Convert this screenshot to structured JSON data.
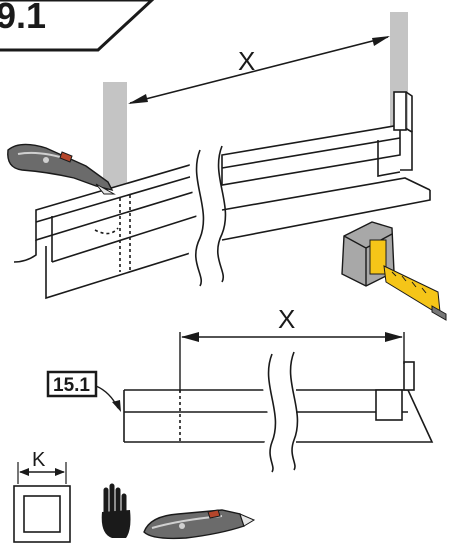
{
  "step": {
    "label": "9.1"
  },
  "top_figure": {
    "dimension_label": "X"
  },
  "side_figure": {
    "dimension_label": "X",
    "reference_tag": "15.1"
  },
  "profile_detail": {
    "label": "K"
  },
  "colors": {
    "line": "#1a1a1a",
    "strip": "#c4c4c4",
    "tape_body": "#a8a8a8",
    "tape_dark": "#555555",
    "tape_blade": "#f5c518",
    "knife_body": "#6b6b6b",
    "knife_accent": "#b5462b"
  },
  "icons": [
    "utility-knife-icon",
    "tape-measure-icon",
    "hand-pointing-icon"
  ]
}
